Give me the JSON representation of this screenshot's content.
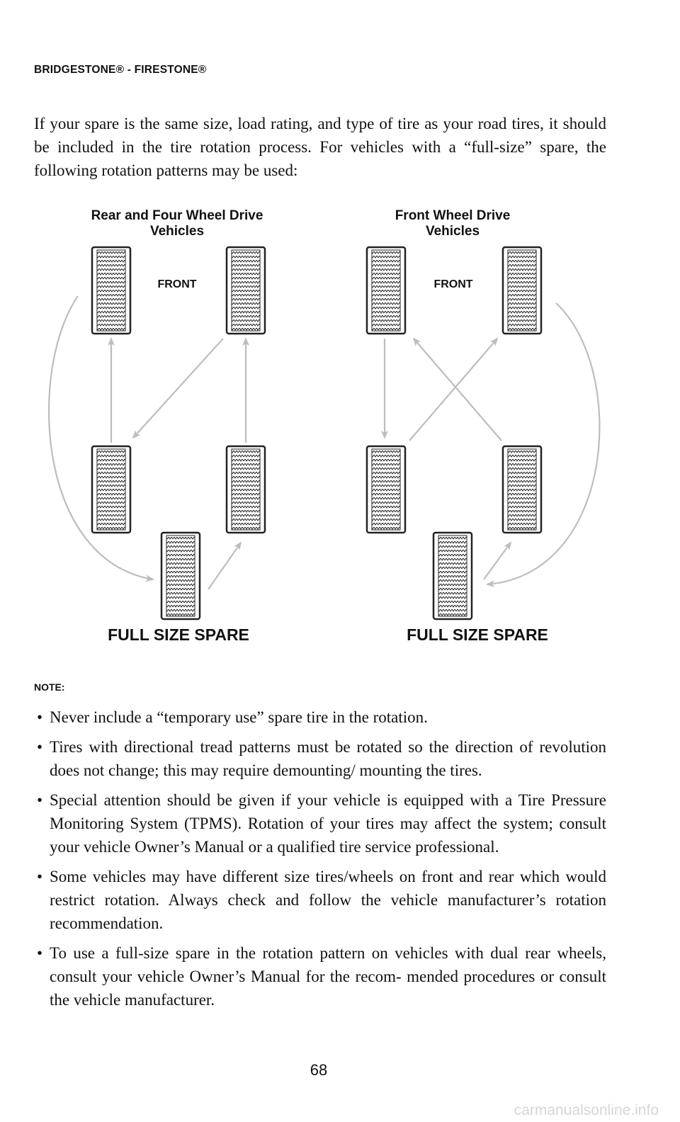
{
  "header": {
    "title": "BRIDGESTONE® - FIRESTONE®"
  },
  "intro": {
    "text": "If your spare is the same size, load rating, and type of tire as your road tires, it should be included in the tire rotation process. For vehicles with a “full-size” spare, the following rotation patterns may be used:"
  },
  "diagram": {
    "left": {
      "title_line1": "Rear and Four Wheel Drive",
      "title_line2": "Vehicles",
      "front_label": "FRONT",
      "spare_label": "FULL SIZE SPARE"
    },
    "right": {
      "title_line1": "Front Wheel Drive",
      "title_line2": "Vehicles",
      "front_label": "FRONT",
      "spare_label": "FULL SIZE SPARE"
    },
    "colors": {
      "tire": "#222222",
      "arrow": "#bdbdbd"
    }
  },
  "note": {
    "heading": "NOTE:",
    "items": [
      "Never include a “temporary use” spare tire in the rotation.",
      "Tires with directional tread patterns must be rotated so the direction of revolution does not change; this may require demounting/ mounting the tires.",
      "Special attention should be given if your vehicle is equipped with a Tire Pressure Monitoring System (TPMS). Rotation of your tires may affect the system; consult your vehicle Owner’s Manual or a qualified tire service professional.",
      "Some vehicles may have different size tires/wheels on front and rear which would restrict rotation. Always check and follow the vehicle manufacturer’s rotation recommendation.",
      "To use a full-size spare in the rotation pattern on vehicles with dual rear wheels, consult your vehicle Owner’s Manual for the recom- mended procedures or consult the vehicle manufacturer."
    ]
  },
  "footer": {
    "page_number": "68",
    "watermark": "carmanualsonline.info"
  }
}
